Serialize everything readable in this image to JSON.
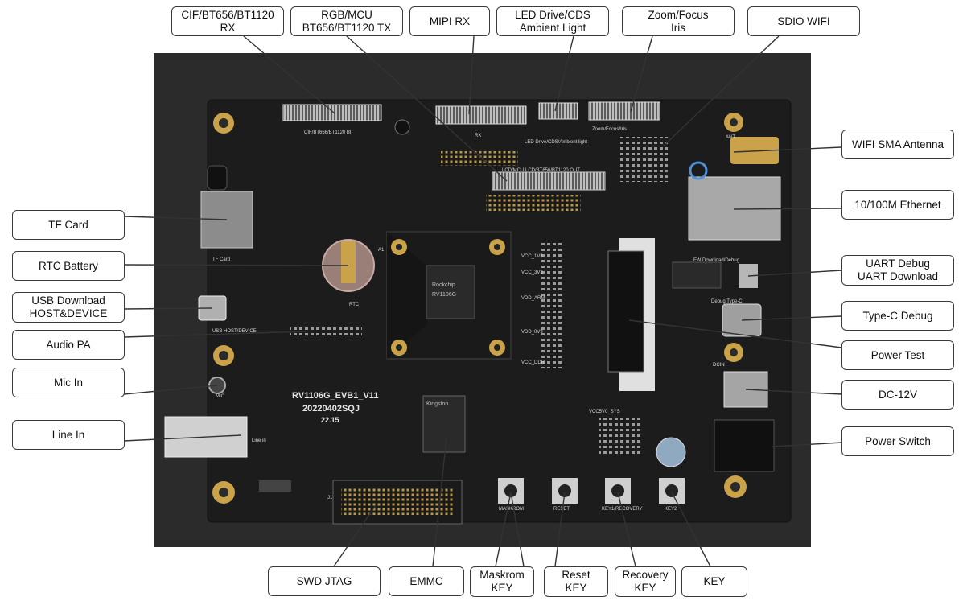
{
  "colors": {
    "board": "#1c1c1c",
    "background": "#2b2b2b",
    "gold": "#c9a24a",
    "silk": "#d8d8d8",
    "line": "#333333"
  },
  "board": {
    "name_line": "RV1106G_EVB1_V11",
    "date_line": "20220402SQJ",
    "code_line": "22.15",
    "silk": {
      "cif": "CIF/BT656/BT1120 BI",
      "rx": "RX",
      "led": "LED Drive/CDS/Ambient light",
      "zoom": "Zoom/Focus/Iris",
      "lcd": "LCD/MCU LCD/BT656/BT1120 OUT",
      "ant": "ANT",
      "tf": "TF Card",
      "rtc": "RTC",
      "usb": "USB HOST/DEVICE",
      "mic": "MIC",
      "linein": "Line in",
      "fw": "FW Download/Debug",
      "typec": "Debug Type-C",
      "dcin": "DCIN",
      "vcc5v": "VCC5V0_SYS",
      "vcc1": "VCC_1V8",
      "vcc2": "VCC_3V3",
      "vcc3": "VDD_ARM",
      "vcc4": "VDD_0V9",
      "vcc5": "VCC_DDR",
      "soc_brand": "Rockchip",
      "soc_part": "RV1106G",
      "emmc_brand": "Kingston",
      "j1": "J1",
      "a1": "A1",
      "key1": "MASKROM",
      "key2": "RESET",
      "key3": "KEY1/RECOVERY",
      "key4": "KEY2"
    }
  },
  "callouts": {
    "cif_rx": {
      "line1": "CIF/BT656/BT1120",
      "line2": "RX"
    },
    "rgb_mcu": {
      "line1": "RGB/MCU",
      "line2": "BT656/BT1120 TX"
    },
    "mipi_rx": {
      "line1": "MIPI RX",
      "line2": ""
    },
    "led_drive": {
      "line1": "LED Drive/CDS",
      "line2": "Ambient Light"
    },
    "zoom_focus": {
      "line1": "Zoom/Focus",
      "line2": "Iris"
    },
    "sdio_wifi": {
      "line1": "SDIO WIFI",
      "line2": ""
    },
    "wifi_sma": {
      "line1": "WIFI SMA Antenna",
      "line2": ""
    },
    "ethernet": {
      "line1": "10/100M Ethernet",
      "line2": ""
    },
    "uart_debug": {
      "line1": "UART Debug",
      "line2": "UART Download"
    },
    "typec_debug": {
      "line1": "Type-C Debug",
      "line2": ""
    },
    "power_test": {
      "line1": "Power Test",
      "line2": ""
    },
    "dc_12v": {
      "line1": "DC-12V",
      "line2": ""
    },
    "power_switch": {
      "line1": "Power Switch",
      "line2": ""
    },
    "tf_card": {
      "line1": "TF Card",
      "line2": ""
    },
    "rtc_battery": {
      "line1": "RTC Battery",
      "line2": ""
    },
    "usb_download": {
      "line1": "USB Download",
      "line2": "HOST&DEVICE"
    },
    "audio_pa": {
      "line1": "Audio PA",
      "line2": ""
    },
    "mic_in": {
      "line1": "Mic In",
      "line2": ""
    },
    "line_in": {
      "line1": "Line In",
      "line2": ""
    },
    "swd_jtag": {
      "line1": "SWD JTAG",
      "line2": ""
    },
    "emmc": {
      "line1": "EMMC",
      "line2": ""
    },
    "maskrom_key": {
      "line1": "Maskrom",
      "line2": "KEY"
    },
    "reset_key": {
      "line1": "Reset",
      "line2": "KEY"
    },
    "recovery_key": {
      "line1": "Recovery",
      "line2": "KEY"
    },
    "key": {
      "line1": "KEY",
      "line2": ""
    }
  }
}
